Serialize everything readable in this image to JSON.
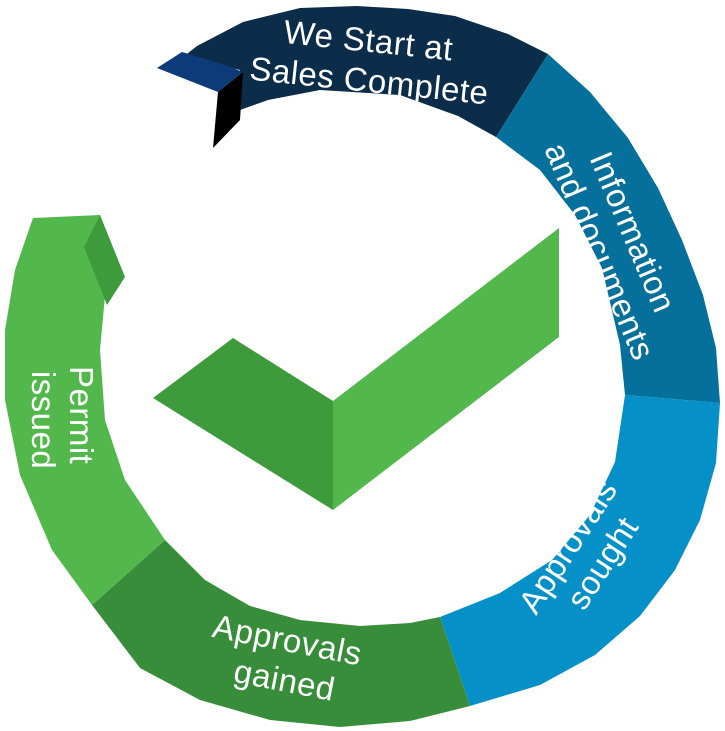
{
  "cycle": {
    "segments": [
      {
        "id": "start",
        "lines": [
          "We Start at",
          "Sales Complete"
        ],
        "color": "#0b2d4a"
      },
      {
        "id": "information",
        "lines": [
          "Information",
          "and documents"
        ],
        "color": "#05709b"
      },
      {
        "id": "approvals-sought",
        "lines": [
          "Approvals",
          "sought"
        ],
        "color": "#0590c8"
      },
      {
        "id": "approvals-gained",
        "lines": [
          "Approvals",
          "gained"
        ],
        "color": "#388d3a"
      },
      {
        "id": "permit-issued",
        "lines": [
          "Permit",
          "issued"
        ],
        "color": "#52b84c"
      }
    ],
    "tail_colors": {
      "dark_face": "#0b2d4a",
      "navy_top": "#0d3a78",
      "black_edge": "#000000",
      "green_side": "#3e9b3c"
    }
  },
  "checkmark": {
    "light_color": "#52b84c",
    "dark_color": "#3e9b3c"
  }
}
